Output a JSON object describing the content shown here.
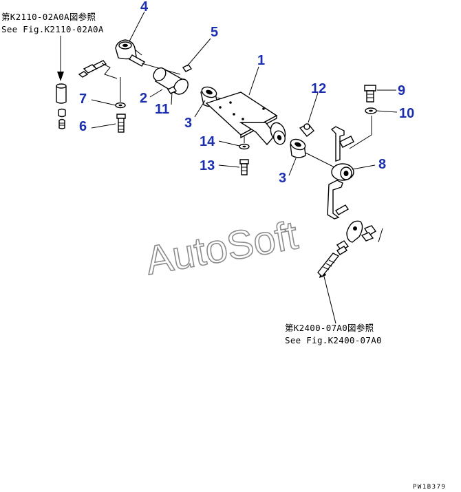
{
  "references": {
    "top_left": {
      "line1": "第K2110-02A0A図参照",
      "line2": "See Fig.K2110-02A0A"
    },
    "bottom": {
      "line1": "第K2400-07A0図参照",
      "line2": "See Fig.K2400-07A0"
    }
  },
  "callouts": {
    "c1": "1",
    "c2": "2",
    "c3a": "3",
    "c3b": "3",
    "c4": "4",
    "c5": "5",
    "c6": "6",
    "c7": "7",
    "c8": "8",
    "c9": "9",
    "c10": "10",
    "c11": "11",
    "c12": "12",
    "c13": "13",
    "c14": "14"
  },
  "watermark": "AutoSoft",
  "drawing_code": "PW1B379",
  "colors": {
    "callout": "#1b2fae",
    "line": "#000000",
    "watermark": "#8c8c8c"
  }
}
